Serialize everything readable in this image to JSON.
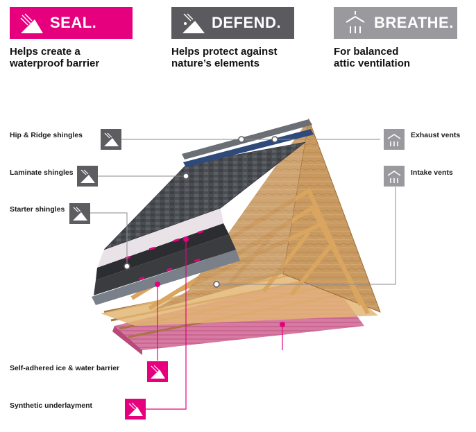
{
  "headers": {
    "seal": "SEAL.",
    "defend": "DEFEND.",
    "breathe": "BREATHE."
  },
  "taglines": {
    "seal": "Helps create a\nwaterproof barrier",
    "defend": "Helps protect against\nnature’s elements",
    "breathe": "For balanced\nattic ventilation"
  },
  "labels": {
    "hip_ridge": "Hip & Ridge shingles",
    "laminate": "Laminate shingles",
    "starter": "Starter shingles",
    "exhaust": "Exhaust vents",
    "intake": "Intake vents",
    "ice_water": "Self-adhered ice & water barrier",
    "underlayment": "Synthetic underlayment"
  },
  "colors": {
    "seal": "#e6007e",
    "defend": "#5a5a5f",
    "breathe": "#9a9a9e"
  },
  "icons": {
    "seal": "roof-seal-icon",
    "defend": "roof-defend-icon",
    "breathe": "vent-breathe-icon"
  }
}
